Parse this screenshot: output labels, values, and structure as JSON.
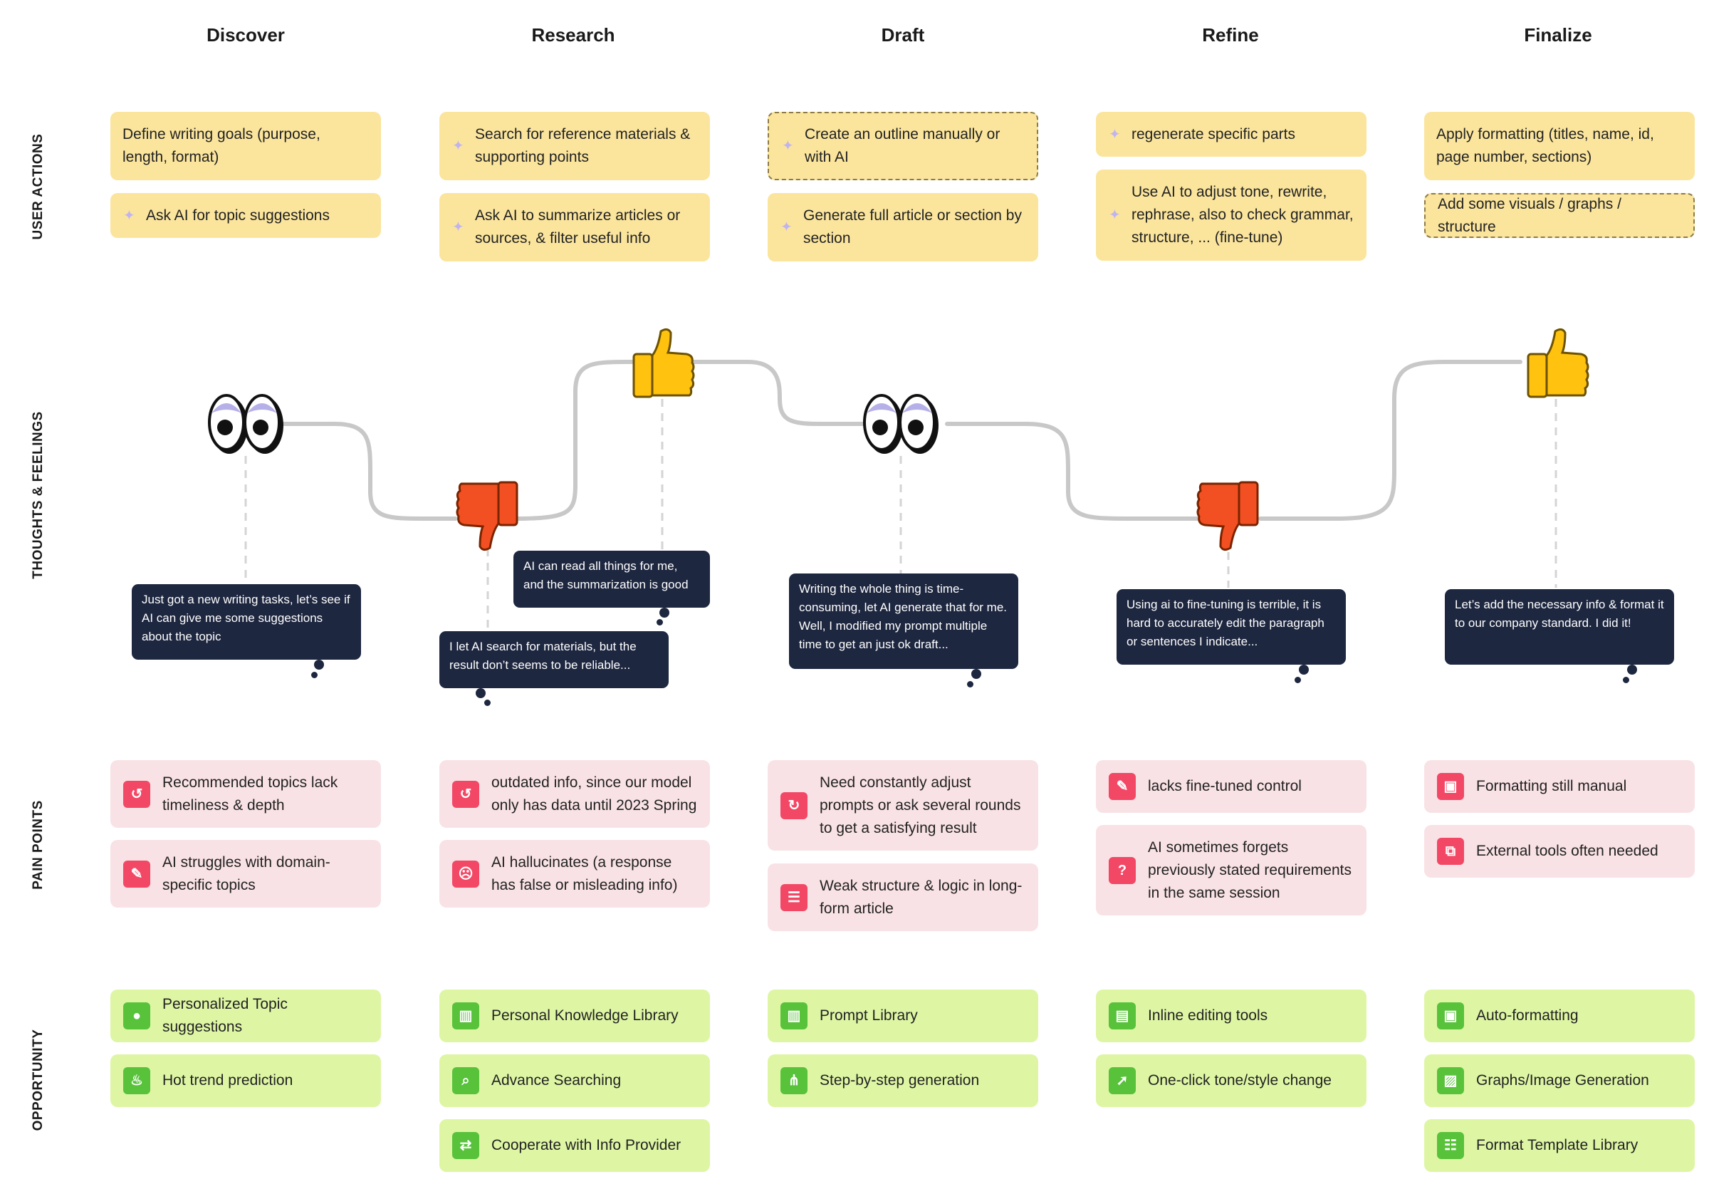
{
  "stages": [
    "Discover",
    "Research",
    "Draft",
    "Refine",
    "Finalize"
  ],
  "row_labels": {
    "user_actions": "USER ACTIONS",
    "thoughts": "THOUGHTS & FEELINGS",
    "pain_points": "PAIN POINTS",
    "opportunity": "OPPORTUNITY"
  },
  "user_actions": {
    "discover": [
      "Define writing goals (purpose, length, format)",
      "Ask AI for topic suggestions"
    ],
    "research": [
      "Search for reference materials & supporting points",
      "Ask AI to summarize articles or sources, & filter useful info"
    ],
    "draft": [
      "Create an outline manually or with AI",
      "Generate full article or section by section"
    ],
    "refine": [
      "regenerate specific parts",
      "Use AI to adjust tone, rewrite, rephrase, also to check grammar, structure, ... (fine-tune)"
    ],
    "finalize": [
      "Apply formatting (titles, name, id, page number, sections)",
      "Add some visuals / graphs / structure"
    ]
  },
  "thoughts": {
    "discover": "Just got a new writing tasks, let’s see if AI can give me some suggestions about the topic",
    "research_negative": "I let AI search for materials, but the result don’t seems to be reliable...",
    "research_positive": "AI can read all things for me, and the summarization is good",
    "draft": "Writing the whole thing is time-consuming, let AI generate that for me.  Well, I modified my prompt multiple time to get an just ok draft...",
    "refine": "Using ai to fine-tuning is terrible, it is hard to accurately edit the paragraph or sentences I indicate...",
    "finalize": "Let’s add the necessary info & format it to our company standard. I did it!"
  },
  "emotions": [
    "neutral",
    "negative",
    "positive",
    "neutral",
    "negative",
    "positive"
  ],
  "pain_points": {
    "discover": [
      "Recommended topics lack timeliness & depth",
      "AI struggles with domain-specific topics"
    ],
    "research": [
      "outdated info, since our model only has data until 2023 Spring",
      "AI hallucinates (a response has false or misleading info)"
    ],
    "draft": [
      "Need constantly adjust prompts or ask several rounds to get a satisfying result",
      "Weak structure & logic in long-form article"
    ],
    "refine": [
      "lacks fine-tuned control",
      "AI sometimes forgets previously stated requirements in the same session"
    ],
    "finalize": [
      "Formatting still manual",
      "External tools often needed"
    ]
  },
  "opportunities": {
    "discover": [
      "Personalized Topic  suggestions",
      "Hot trend prediction"
    ],
    "research": [
      "Personal Knowledge Library",
      "Advance Searching",
      "Cooperate with Info Provider"
    ],
    "draft": [
      "Prompt Library",
      "Step-by-step generation"
    ],
    "refine": [
      "Inline editing tools",
      "One-click tone/style change"
    ],
    "finalize": [
      "Auto-formatting",
      "Graphs/Image Generation",
      "Format Template Library"
    ]
  },
  "icons": {
    "sparkle": "sparkle-icon",
    "pain_discover": [
      "history-icon",
      "syringe-icon"
    ],
    "pain_research": [
      "history-icon",
      "dizzy-face-icon"
    ],
    "pain_draft": [
      "refresh-icon",
      "list-icon"
    ],
    "pain_refine": [
      "edit-icon",
      "forget-icon"
    ],
    "pain_finalize": [
      "format-icon",
      "external-tool-icon"
    ],
    "opp_discover": [
      "user-icon",
      "flame-icon"
    ],
    "opp_research": [
      "library-icon",
      "search-icon",
      "handshake-icon"
    ],
    "opp_draft": [
      "library-icon",
      "flow-icon"
    ],
    "opp_refine": [
      "document-edit-icon",
      "click-icon"
    ],
    "opp_finalize": [
      "format-icon",
      "image-icon",
      "template-icon"
    ]
  },
  "colors": {
    "user_action_card": "#fbe59d",
    "pain_point_card": "#f9e2e5",
    "pain_point_icon": "#f24866",
    "opportunity_card": "#def6a4",
    "opportunity_icon": "#58c23b",
    "bubble": "#1e2740",
    "thumbs_up": "#ffc20e",
    "thumbs_down": "#f25022",
    "journey_line": "#c8c8c8"
  }
}
